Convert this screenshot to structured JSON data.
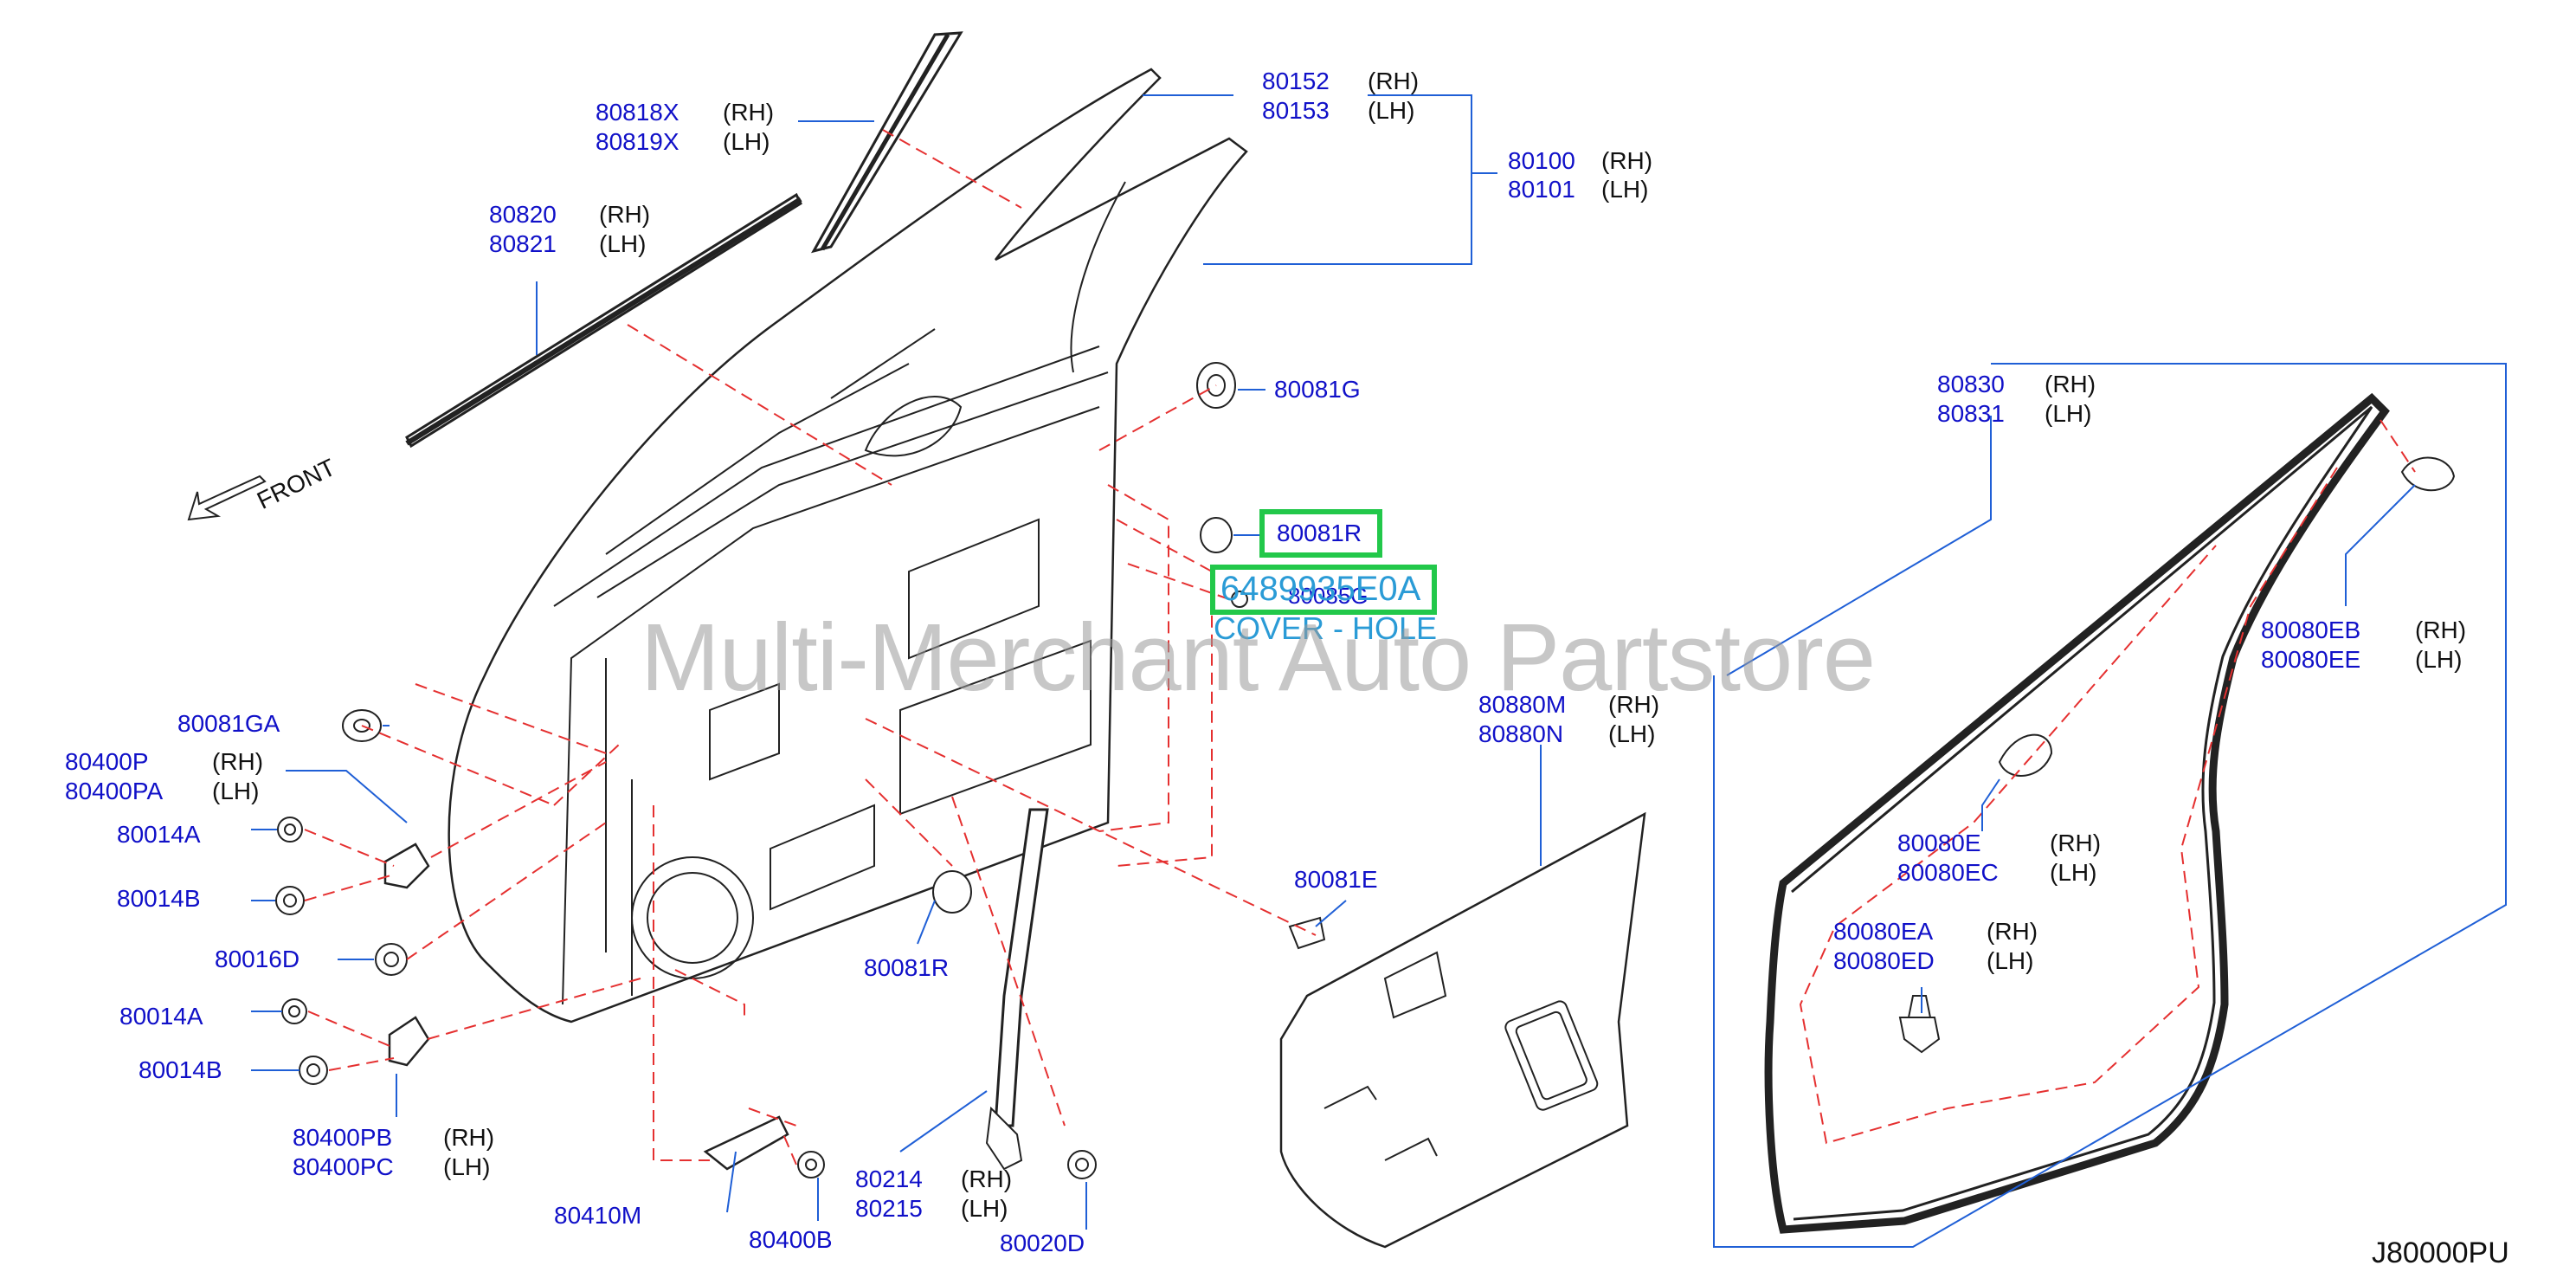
{
  "colors": {
    "part_number": "#1010c8",
    "side": "#111111",
    "leader": "#1f5fd6",
    "dashed": "#e53030",
    "highlight": "#22c84a",
    "watermark": "#9a9a9a"
  },
  "watermark": "Multi-Merchant Auto Partstore",
  "front_label": "FRONT",
  "diagram_code": "J80000PU",
  "highlight": {
    "part_number": "6489935E0A",
    "description": "COVER - HOLE"
  },
  "labels": {
    "p80818X": "80818X",
    "p80819X": "80819X",
    "p80820": "80820",
    "p80821": "80821",
    "p80152": "80152",
    "p80153": "80153",
    "p80100": "80100",
    "p80101": "80101",
    "p80081G": "80081G",
    "p80081R_top": "80081R",
    "p80085G": "80085G",
    "p80081GA": "80081GA",
    "p80400P": "80400P",
    "p80400PA": "80400PA",
    "p80014A_1": "80014A",
    "p80014B_1": "80014B",
    "p80016D": "80016D",
    "p80014A_2": "80014A",
    "p80014B_2": "80014B",
    "p80400PB": "80400PB",
    "p80400PC": "80400PC",
    "p80410M": "80410M",
    "p80400B": "80400B",
    "p80214": "80214",
    "p80215": "80215",
    "p80020D": "80020D",
    "p80081R_bottom": "80081R",
    "p80081E": "80081E",
    "p80880M": "80880M",
    "p80880N": "80880N",
    "p80830": "80830",
    "p80831": "80831",
    "p80080EB": "80080EB",
    "p80080EE": "80080EE",
    "p80080E": "80080E",
    "p80080EC": "80080EC",
    "p80080EA": "80080EA",
    "p80080ED": "80080ED"
  },
  "sides": {
    "rh": "(RH)",
    "lh": "(LH)"
  }
}
